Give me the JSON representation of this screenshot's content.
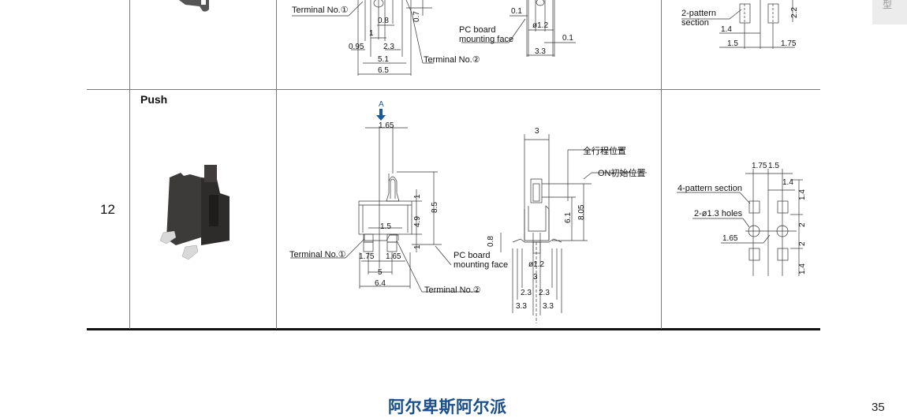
{
  "side_tab": {
    "label": "型"
  },
  "table": {
    "previous_row": {
      "dimension_labels": {
        "terminal_1": "Terminal No.①",
        "terminal_2": "Terminal No.②",
        "pc_board": [
          "PC board",
          "mounting face"
        ],
        "pattern": [
          "2-pattern",
          "section"
        ]
      },
      "front_dims": [
        "0.8",
        "1",
        "0.95",
        "2.3",
        "5.1",
        "6.5",
        "0.7"
      ],
      "side_dims": [
        "0.1",
        "ø1.2",
        "0.1",
        "3.3"
      ],
      "pcb_dims": [
        "2.2",
        "1.4",
        "1.5",
        "1.75"
      ]
    },
    "row": {
      "number": "12",
      "type": "Push",
      "direction_label": "A",
      "front_view": {
        "dims": [
          "1.65",
          "1",
          "8.5",
          "4.9",
          "1",
          "1.5",
          "1.75",
          "1.65",
          "5",
          "6.4"
        ],
        "terminal_1": "Terminal No.①",
        "terminal_2": "Terminal No.②",
        "pc_board": [
          "PC board",
          "mounting face"
        ]
      },
      "side_view": {
        "dims": [
          "3",
          "6.1",
          "8.05",
          "0.8",
          "ø1.2",
          "3",
          "2.3",
          "2.3",
          "3.3",
          "3.3"
        ],
        "full_travel_label": "全行程位置",
        "on_start_label": "ON初始位置"
      },
      "pcb_pattern": {
        "dims": [
          "1.75",
          "1.5",
          "1.4",
          "1.4",
          "2",
          "2",
          "1.4",
          "1.65"
        ],
        "pattern_label": "4-pattern section",
        "holes_label": "2-ø1.3 holes"
      }
    }
  },
  "footer": {
    "brand": "阿尔卑斯阿尔派",
    "page_number": "35"
  }
}
